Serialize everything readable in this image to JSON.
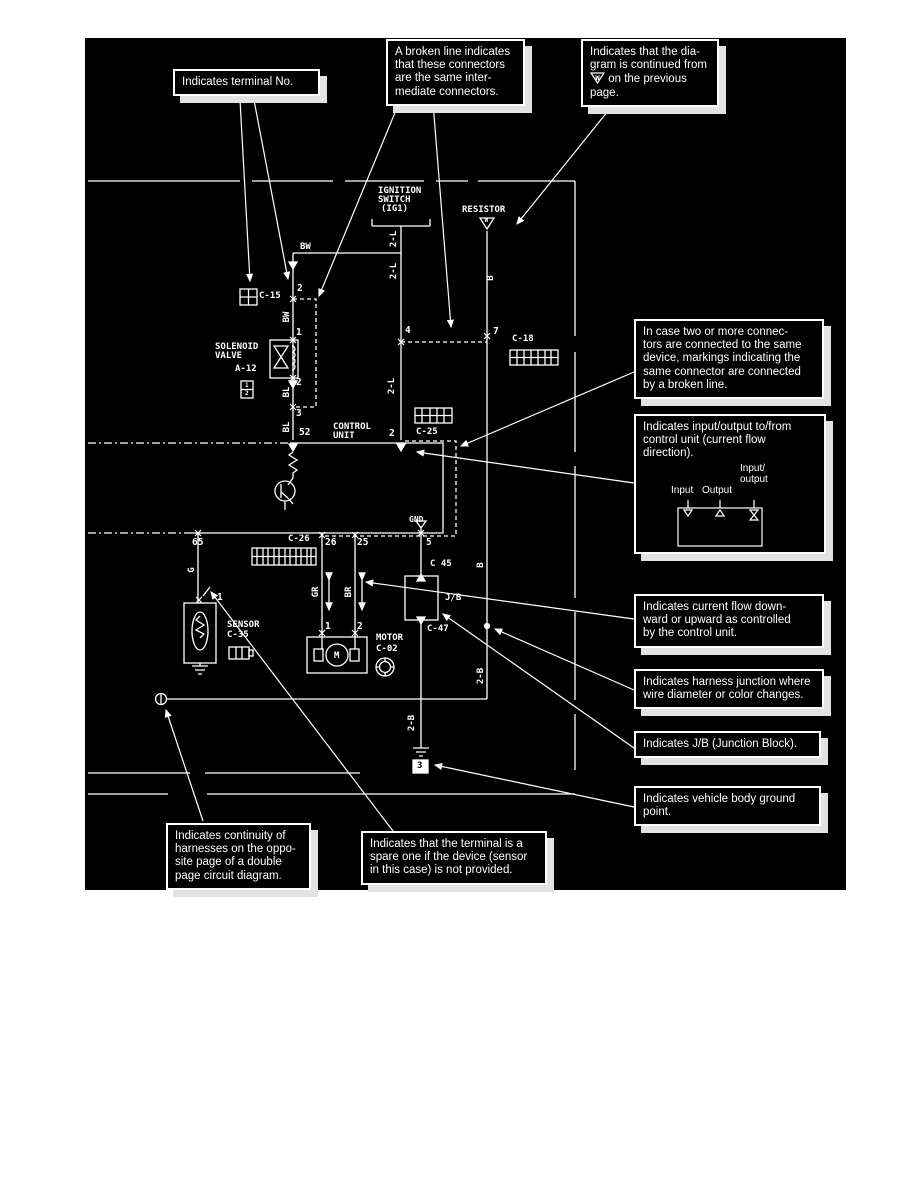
{
  "callouts": {
    "terminal_no": {
      "lines": [
        "Indicates terminal No."
      ]
    },
    "broken_line": {
      "lines": [
        "A broken line indicates",
        "that these connectors",
        "are the same inter-",
        "mediate connectors."
      ]
    },
    "continued": {
      "lines": [
        "Indicates that the dia-",
        "gram is continued from"
      ],
      "line3_after": "on the previous",
      "line4": "page.",
      "symbol_letter": "W"
    },
    "two_or_more": {
      "lines": [
        "In case two or more connec-",
        "tors are connected to the same",
        "device, markings indicating the",
        "same connector are connected",
        "by a broken line."
      ]
    },
    "input_output": {
      "lines": [
        "Indicates input/output to/from",
        "control unit (current flow",
        "direction)."
      ],
      "labels": {
        "input": "Input",
        "output": "Output",
        "io1": "Input/",
        "io2": "output"
      }
    },
    "current_flow": {
      "lines": [
        "Indicates current flow down-",
        "ward or upward as controlled",
        "by the control unit."
      ]
    },
    "harness_junction": {
      "lines": [
        "Indicates harness junction where",
        "wire diameter or color changes."
      ]
    },
    "jb": {
      "lines": [
        "Indicates J/B (Junction Block)."
      ]
    },
    "ground": {
      "lines": [
        "Indicates vehicle body ground",
        "point."
      ]
    },
    "continuity": {
      "lines": [
        "Indicates continuity of",
        "harnesses on the oppo-",
        "site page of a double",
        "page circuit diagram."
      ]
    },
    "spare": {
      "lines": [
        "Indicates that the terminal is a",
        "spare one if the device (sensor",
        "in this case) is not provided."
      ]
    }
  },
  "diagram": {
    "ignition_switch": {
      "l1": "IGNITION",
      "l2": "SWITCH",
      "l3": "(IG1)"
    },
    "resistor_label": "RESISTOR",
    "resistor_symbol_letter": "W",
    "solenoid": {
      "l1": "SOLENOID",
      "l2": "VALVE",
      "ref": "A-12"
    },
    "control_unit": {
      "l1": "CONTROL",
      "l2": "UNIT"
    },
    "sensor": {
      "l1": "SENSOR",
      "l2": "C-35"
    },
    "motor": {
      "l1": "MOTOR",
      "l2": "C-02",
      "m": "M"
    },
    "jb_label": "J/B",
    "gnd_label": "GND",
    "connectors": {
      "c15": "C-15",
      "c18": "C-18",
      "c25": "C-25",
      "c26": "C-26",
      "c45": "C 45",
      "c47": "C-47"
    },
    "wires": {
      "bw_h": "BW",
      "bw_v": "BW",
      "l2l_1": "2-L",
      "l2l_2": "2-L",
      "l2l_3": "2-L",
      "bl_1": "BL",
      "bl_2": "BL",
      "b_1": "B",
      "b_2": "B",
      "b2b_1": "2-B",
      "b2b_2": "2-B",
      "g": "G",
      "gr": "GR",
      "br": "BR"
    },
    "terminals": {
      "c15_2": "2",
      "sol_1": "1",
      "sol_2": "2",
      "t3": "3",
      "t52": "52",
      "t4": "4",
      "t7": "7",
      "cu2": "2",
      "t65": "65",
      "t26": "26",
      "t25": "25",
      "t5": "5",
      "sensor_1": "1",
      "motor_1": "1",
      "motor_2": "2",
      "ground_3": "3"
    },
    "a12_pins": {
      "p1": "1",
      "p2": "2"
    }
  }
}
